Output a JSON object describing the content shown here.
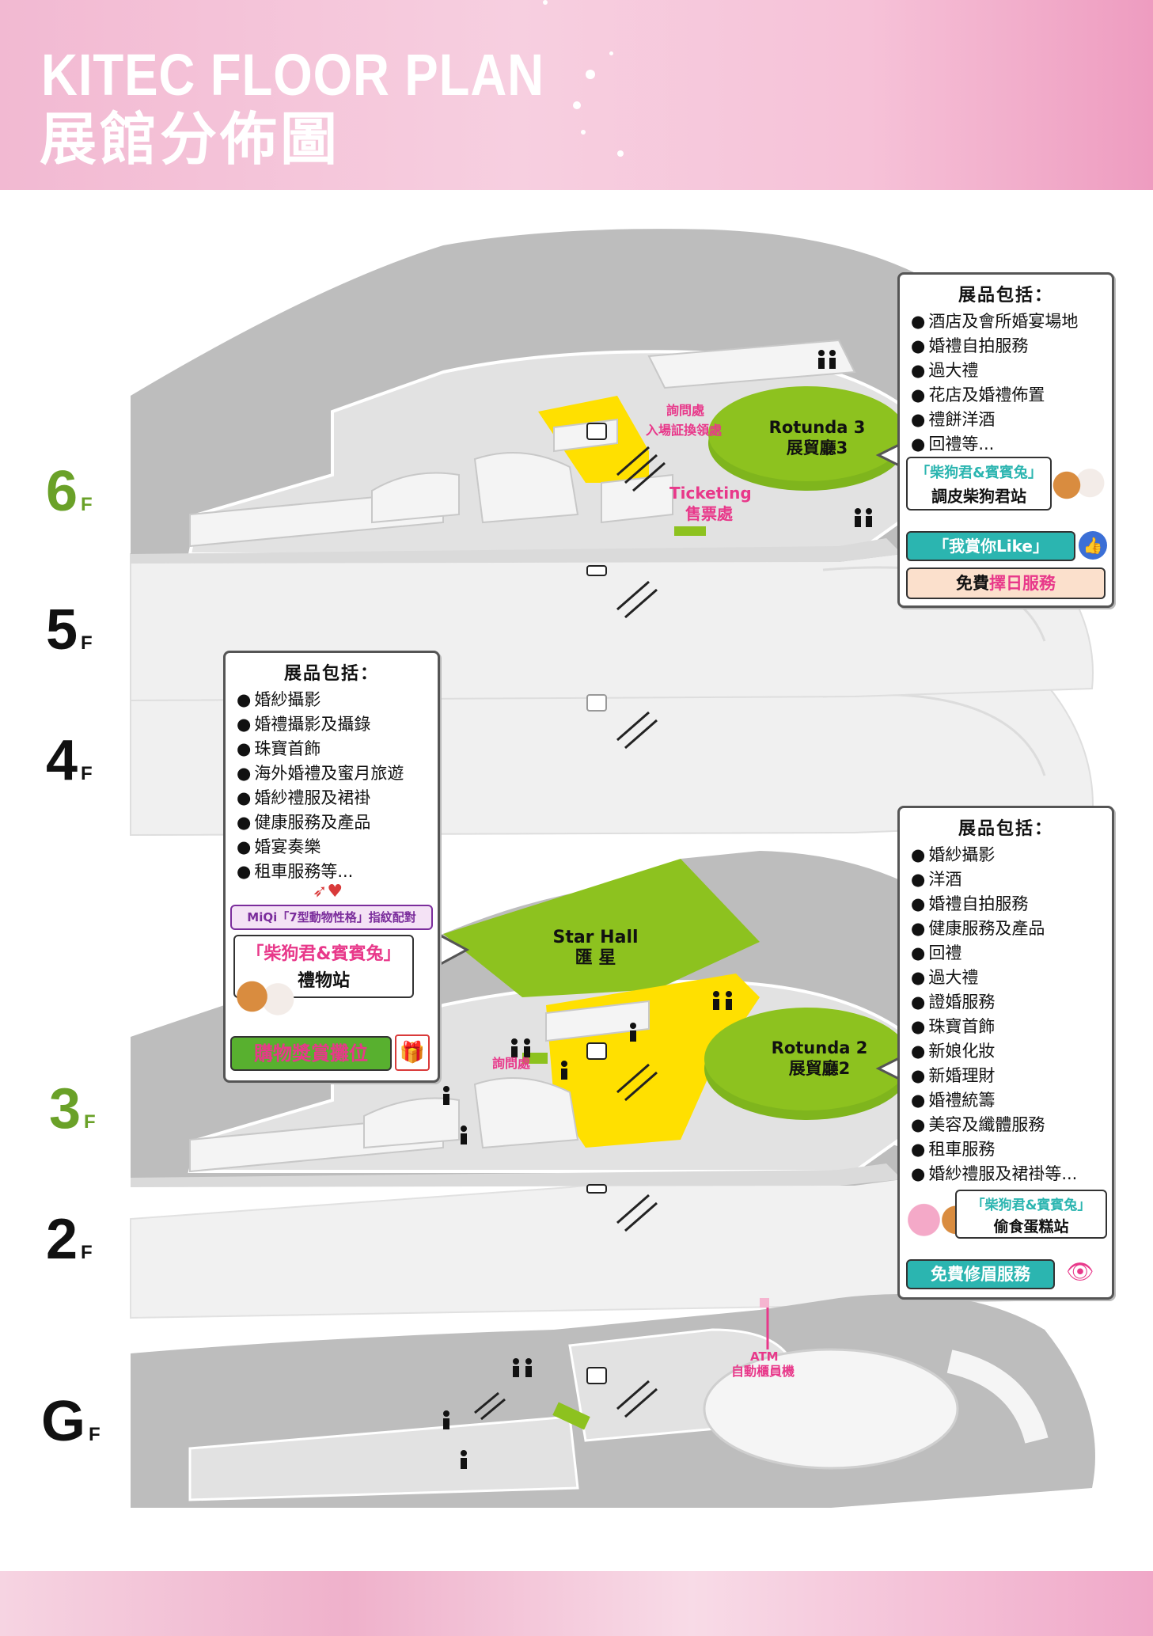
{
  "header": {
    "title_en": "KITEC FLOOR PLAN",
    "title_zh": "展館分佈圖"
  },
  "floors": [
    {
      "label": "6",
      "suffix": "F"
    },
    {
      "label": "5",
      "suffix": "F"
    },
    {
      "label": "4",
      "suffix": "F"
    },
    {
      "label": "3",
      "suffix": "F"
    },
    {
      "label": "2",
      "suffix": "F"
    },
    {
      "label": "G",
      "suffix": "F"
    }
  ],
  "map_labels": {
    "inquiry_6f": "詢問處",
    "ticket_exchange": "入場証換領處",
    "rotunda3_en": "Rotunda 3",
    "rotunda3_zh": "展貿廳3",
    "ticketing_en": "Ticketing",
    "ticketing_zh": "售票處",
    "star_hall_en": "Star Hall",
    "star_hall_zh": "匯 星",
    "rotunda2_en": "Rotunda 2",
    "rotunda2_zh": "展貿廳2",
    "inquiry_3f": "詢問處",
    "atm_en": "ATM",
    "atm_zh": "自動櫃員機"
  },
  "box_6f": {
    "heading": "展品包括：",
    "items": [
      "酒店及會所婚宴場地",
      "婚禮自拍服務",
      "過大禮",
      "花店及婚禮佈置",
      "禮餅洋酒",
      "回禮等..."
    ],
    "station_title": "「柴狗君&賓賓兔」",
    "station_name": "調皮柴狗君站",
    "like_badge": "「我賞你Like」",
    "free_service_a": "免費",
    "free_service_b": "擇日服務"
  },
  "box_left": {
    "heading": "展品包括：",
    "items": [
      "婚紗攝影",
      "婚禮攝影及攝錄",
      "珠寶首飾",
      "海外婚禮及蜜月旅遊",
      "婚紗禮服及裙褂",
      "健康服務及產品",
      "婚宴奏樂",
      "租車服務等..."
    ],
    "miqi": "MiQi「7型動物性格」指紋配對",
    "station_title": "「柴狗君&賓賓兔」",
    "station_name": "禮物站",
    "shopping": "購物獎賞攤位"
  },
  "box_3f": {
    "heading": "展品包括：",
    "items": [
      "婚紗攝影",
      "洋酒",
      "婚禮自拍服務",
      "健康服務及產品",
      "回禮",
      "過大禮",
      "證婚服務",
      "珠寶首飾",
      "新娘化妝",
      "新婚理財",
      "婚禮統籌",
      "美容及纖體服務",
      "租車服務",
      "婚紗禮服及裙褂等..."
    ],
    "station_title": "「柴狗君&賓賓兔」",
    "station_name": "偷食蛋糕站",
    "eyebrow": "免費修眉服務"
  },
  "colors": {
    "header_pink": "#f2b9d2",
    "hall_green": "#8dc21f",
    "lobby_yellow": "#ffe000",
    "label_pink": "#e8388a",
    "floor_grey": "#b9b9b9",
    "teal": "#2bb5b0"
  }
}
